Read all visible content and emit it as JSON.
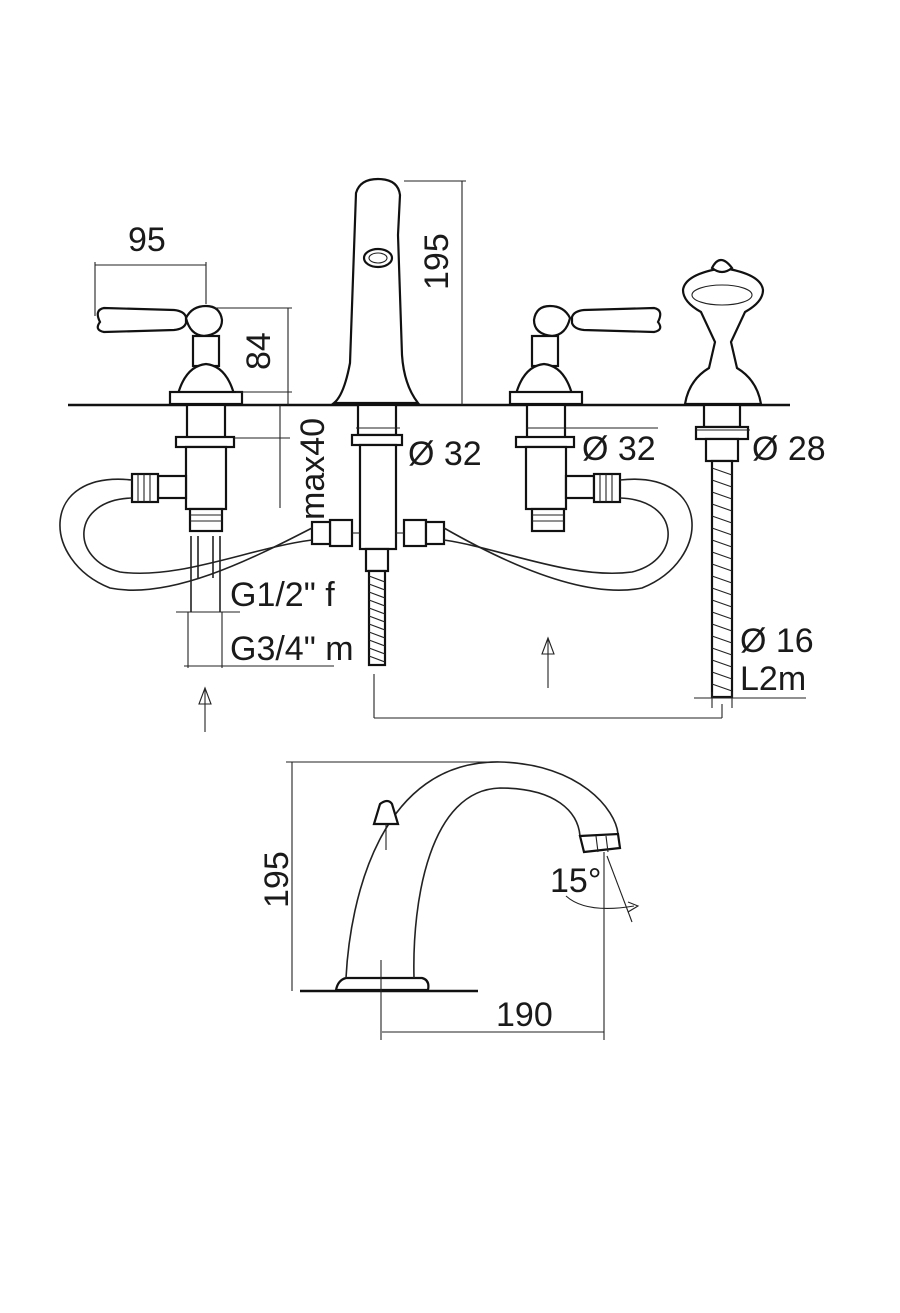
{
  "labels": {
    "handle_reach": "95",
    "handle_height": "84",
    "spout_height_top": "195",
    "max_deck": "max40",
    "hole_spout": "Ø 32",
    "hole_valve_right": "Ø 32",
    "hole_shower": "Ø 28",
    "thread_female": "G1/2\" f",
    "thread_male": "G3/4\" m",
    "hose_diameter": "Ø 16",
    "hose_length": "L2m",
    "side_height": "195",
    "spout_projection": "190",
    "spout_angle": "15°"
  },
  "colors": {
    "line": "#222222",
    "background": "#ffffff"
  }
}
